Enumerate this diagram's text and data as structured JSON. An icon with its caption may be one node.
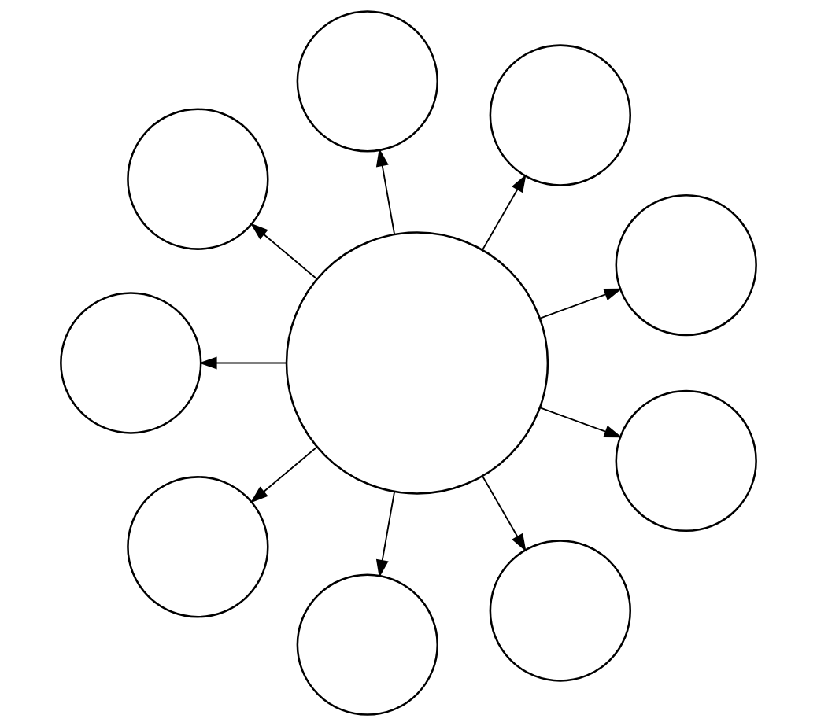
{
  "diagram": {
    "nodes": [
      {
        "text": [],
        "shape": "circle"
      },
      {
        "text": [],
        "shape": "circle"
      },
      {
        "text": [],
        "shape": "circle"
      },
      {
        "text": [],
        "shape": "circle"
      },
      {
        "text": [],
        "shape": "circle"
      },
      {
        "text": [],
        "shape": "circle"
      },
      {
        "text": [],
        "shape": "circle"
      },
      {
        "text": [],
        "shape": "circle"
      },
      {
        "text": [],
        "shape": "circle"
      },
      {
        "text": [],
        "shape": "circle"
      }
    ],
    "edges": [
      {
        "from": 5,
        "to": 0,
        "arrow": "to"
      },
      {
        "from": 5,
        "to": 2,
        "arrow": "to"
      },
      {
        "from": 5,
        "to": 4,
        "arrow": "to"
      },
      {
        "from": 5,
        "to": 7,
        "arrow": "to"
      },
      {
        "from": 5,
        "to": 9,
        "arrow": "to"
      },
      {
        "from": 5,
        "to": 8,
        "arrow": "to"
      },
      {
        "from": 5,
        "to": 6,
        "arrow": "to"
      },
      {
        "from": 5,
        "to": 3,
        "arrow": "to"
      },
      {
        "from": 5,
        "to": 1,
        "arrow": "to"
      }
    ]
  }
}
